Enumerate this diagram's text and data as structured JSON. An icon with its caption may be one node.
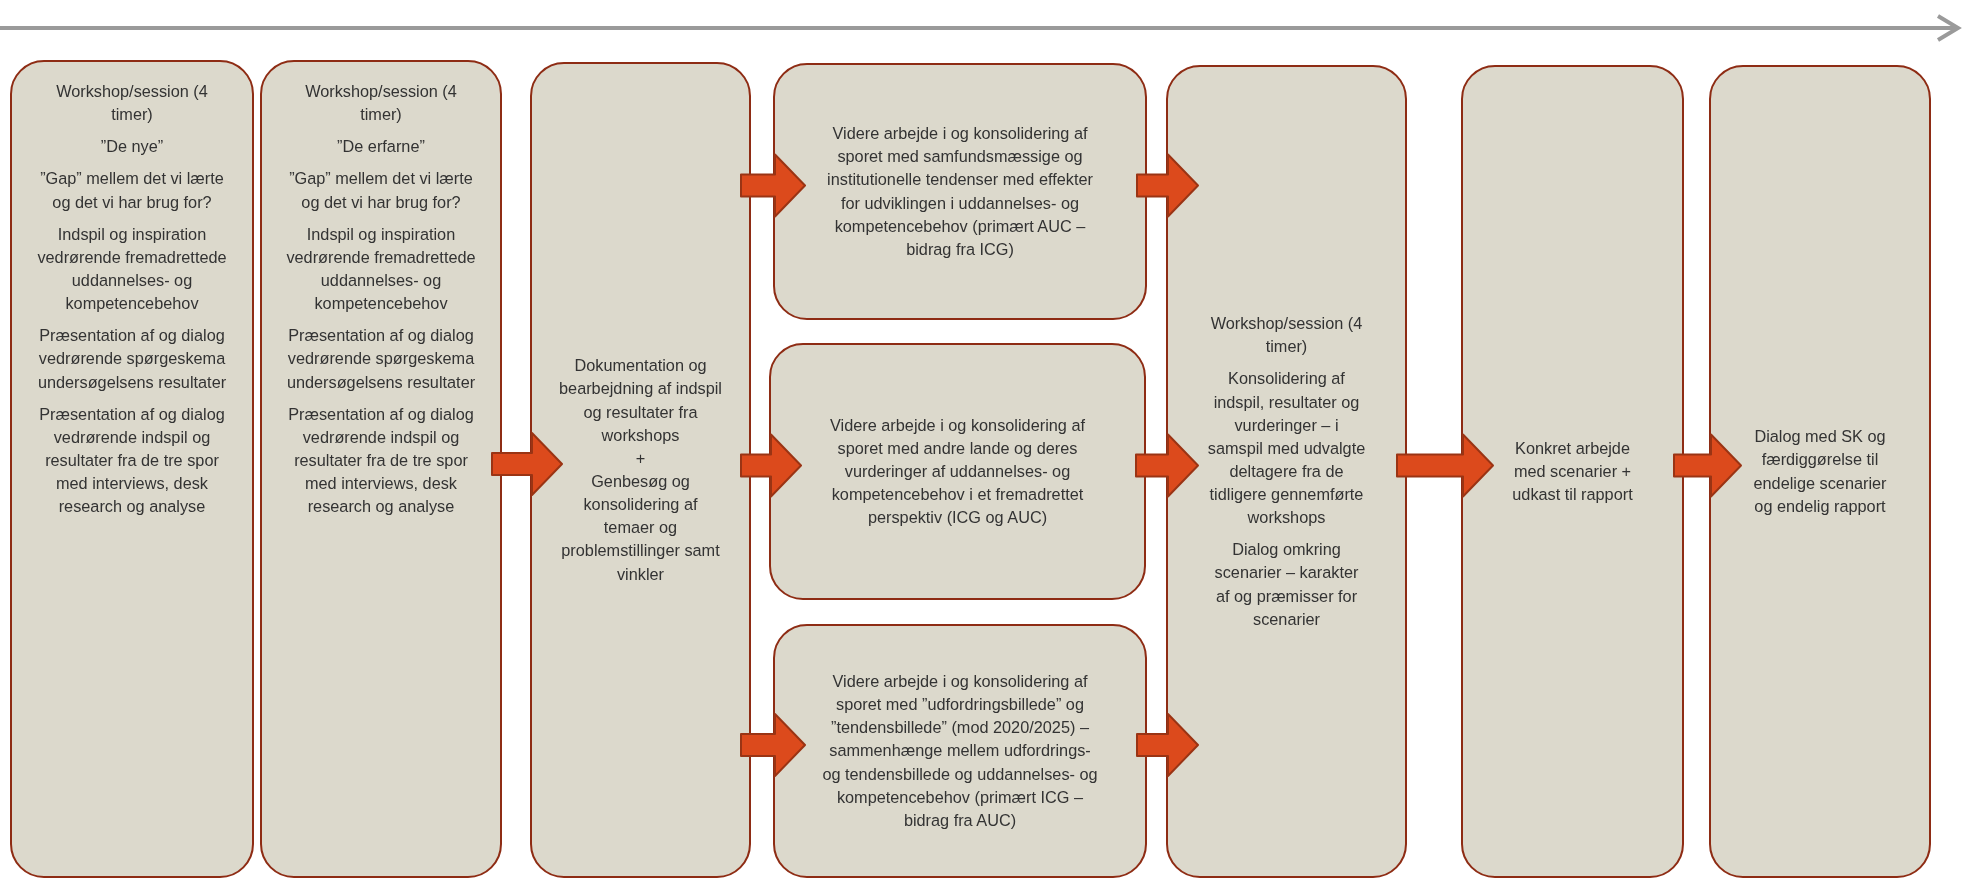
{
  "diagram": {
    "nodes": [
      {
        "text": [
          "Workshop/session (4 timer)",
          "”De nye”",
          "”Gap” mellem det vi lærte og det vi har brug for?",
          "Indspil og inspiration vedrørende fremadrettede uddannelses- og kompetencebehov",
          "Præsentation af og dialog vedrørende spørgeskema undersøgelsens resultater",
          "Præsentation af og dialog vedrørende indspil og resultater fra de tre spor med interviews, desk research og analyse"
        ]
      },
      {
        "text": [
          "Workshop/session (4 timer)",
          "”De erfarne”",
          "”Gap” mellem det vi lærte og det vi har brug for?",
          "Indspil og inspiration vedrørende fremadrettede uddannelses- og kompetencebehov",
          "Præsentation af og dialog vedrørende spørgeskema undersøgelsens resultater",
          "Præsentation af og dialog vedrørende indspil og resultater fra de tre spor med interviews, desk research og analyse"
        ]
      },
      {
        "text": [
          "Dokumentation og bearbejdning af indspil og resultater fra workshops",
          "+",
          "Genbesøg og konsolidering af temaer og problemstillinger samt vinkler"
        ]
      },
      {
        "text": [
          "Videre arbejde i og konsolidering af sporet med samfundsmæssige og institutionelle tendenser med effekter for udviklingen i uddannelses- og kompetencebehov (primært AUC – bidrag fra ICG)"
        ]
      },
      {
        "text": [
          "Videre arbejde i og konsolidering af sporet med andre lande og deres vurderinger af uddannelses- og kompetencebehov i et fremadrettet perspektiv (ICG og AUC)"
        ]
      },
      {
        "text": [
          "Videre arbejde i og konsolidering af sporet med ”udfordringsbillede” og ”tendensbillede” (mod 2020/2025) – sammenhænge mellem udfordrings- og tendensbillede og uddannelses- og kompetencebehov (primært ICG – bidrag fra AUC)"
        ]
      },
      {
        "text": [
          "Workshop/session (4 timer)",
          "Konsolidering af indspil, resultater og vurderinger – i samspil med udvalgte deltagere fra de tidligere gennemførte workshops",
          "Dialog omkring scenarier – karakter af og præmisser for scenarier"
        ]
      },
      {
        "text": [
          "Konkret arbejde med scenarier + udkast til rapport"
        ]
      },
      {
        "text": [
          "Dialog med SK og færdiggørelse til endelige scenarier og endelig rapport"
        ]
      }
    ],
    "edges": [
      {
        "from": 1,
        "to": 2,
        "arrow": "to"
      },
      {
        "from": 2,
        "to": 3,
        "arrow": "to"
      },
      {
        "from": 2,
        "to": 4,
        "arrow": "to"
      },
      {
        "from": 2,
        "to": 5,
        "arrow": "to"
      },
      {
        "from": 3,
        "to": 6,
        "arrow": "to"
      },
      {
        "from": 4,
        "to": 6,
        "arrow": "to"
      },
      {
        "from": 5,
        "to": 6,
        "arrow": "to"
      },
      {
        "from": 6,
        "to": 7,
        "arrow": "to"
      },
      {
        "from": 7,
        "to": 8,
        "arrow": "to"
      }
    ]
  }
}
